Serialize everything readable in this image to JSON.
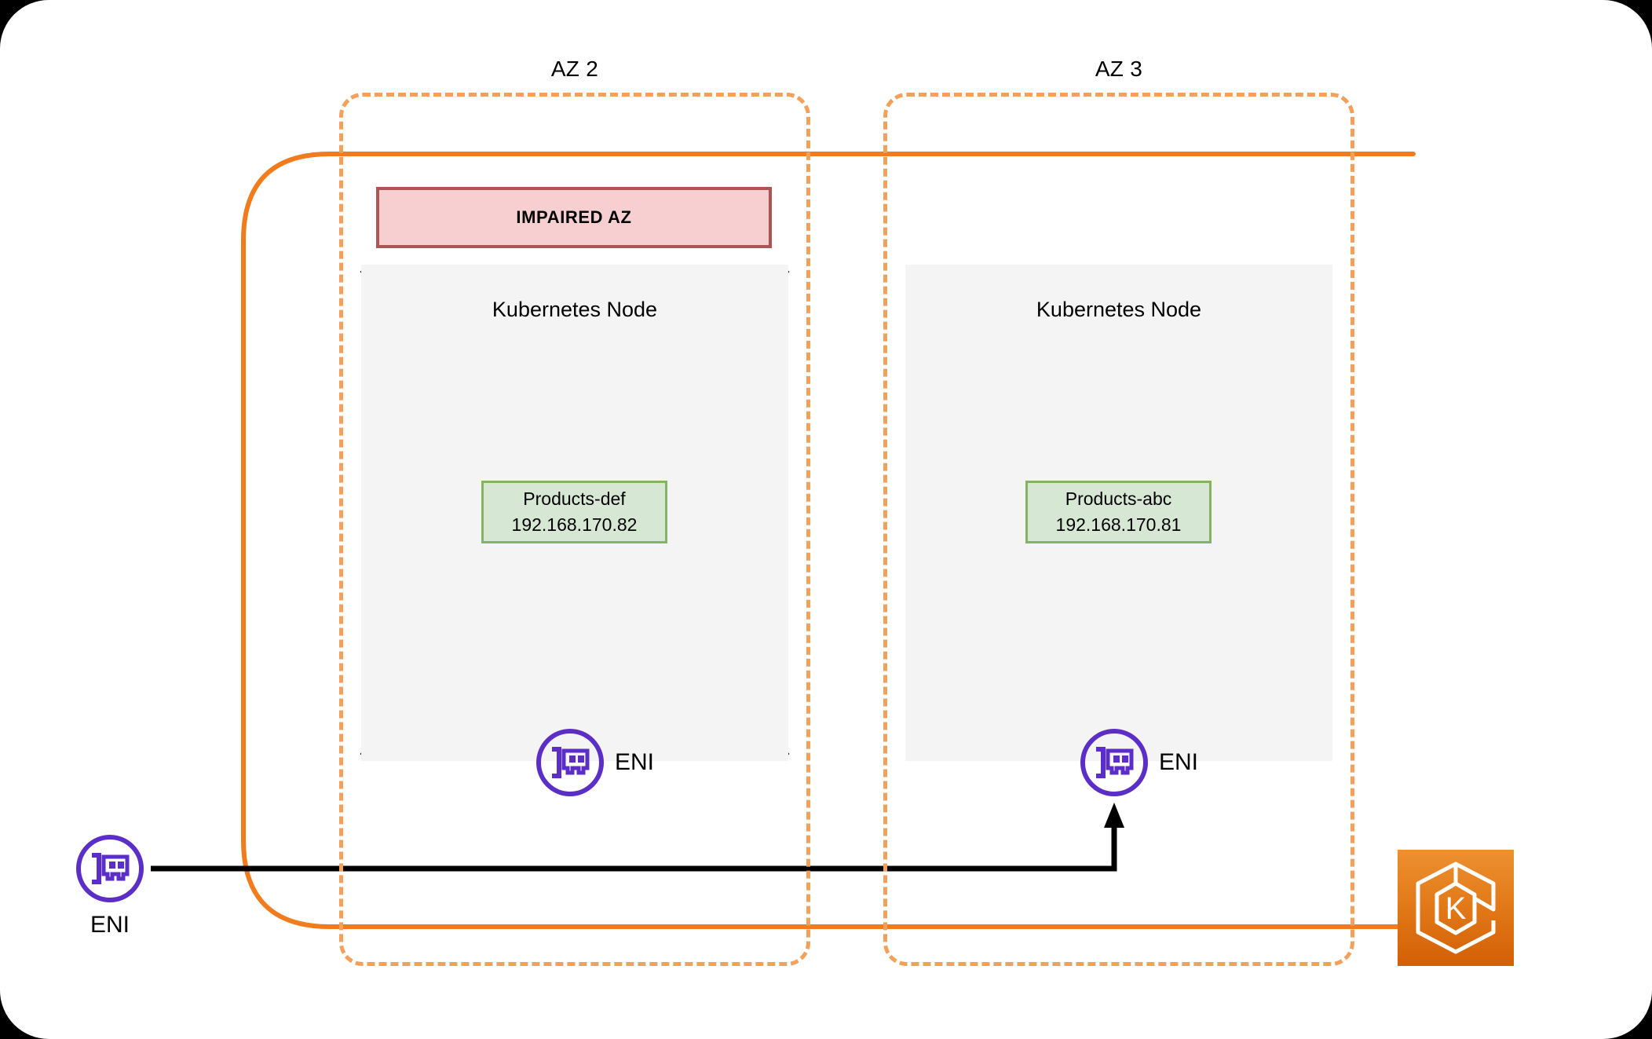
{
  "diagram": {
    "title_hidden": "",
    "colors": {
      "az_dashed_border": "#f3a05a",
      "vpc_solid_line": "#f07c1e",
      "node_fill": "#f4f4f4",
      "pod_fill": "#d6e8d4",
      "pod_border": "#84b366",
      "impaired_fill": "#f7cfd0",
      "impaired_border": "#ad5552",
      "eni_purple": "#5b2ec7",
      "eks_orange": "#e07615",
      "connector_black": "#000000"
    }
  },
  "zones": [
    {
      "id": "az2",
      "label": "AZ 2",
      "impaired_banner": "IMPAIRED AZ",
      "node": {
        "title": "Kubernetes Node",
        "failed": true,
        "pod": {
          "name": "Products-def",
          "ip": "192.168.170.82"
        }
      },
      "eni": {
        "label": "ENI",
        "icon": "network-interface-icon"
      }
    },
    {
      "id": "az3",
      "label": "AZ 3",
      "impaired_banner": null,
      "node": {
        "title": "Kubernetes Node",
        "failed": false,
        "pod": {
          "name": "Products-abc",
          "ip": "192.168.170.81"
        }
      },
      "eni": {
        "label": "ENI",
        "icon": "network-interface-icon"
      }
    }
  ],
  "external": {
    "eni": {
      "label": "ENI",
      "icon": "network-interface-icon"
    }
  },
  "eks": {
    "icon": "kubernetes-eks-icon",
    "glyph_letter": "K"
  }
}
